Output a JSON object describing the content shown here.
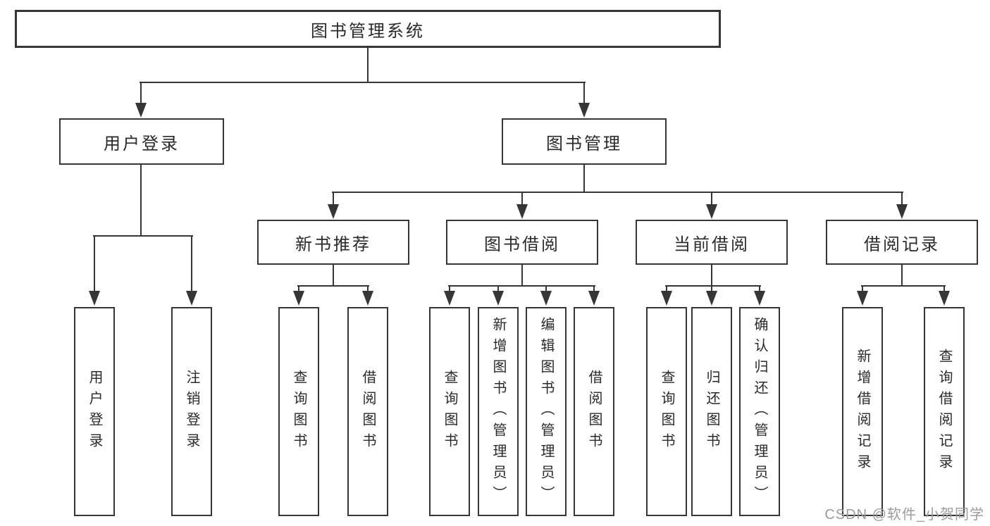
{
  "colors": {
    "line": "#363636",
    "box_border": "#363636",
    "text": "#2a2a2a",
    "watermark": "#9c9c9c",
    "background": "#ffffff"
  },
  "diagram": {
    "root": {
      "label": "图书管理系统"
    },
    "level2": [
      {
        "label": "用户登录"
      },
      {
        "label": "图书管理"
      }
    ],
    "level3": [
      {
        "label": "新书推荐"
      },
      {
        "label": "图书借阅"
      },
      {
        "label": "当前借阅"
      },
      {
        "label": "借阅记录"
      }
    ],
    "leaves": [
      {
        "label": "用户登录"
      },
      {
        "label": "注销登录"
      },
      {
        "label": "查询图书"
      },
      {
        "label": "借阅图书"
      },
      {
        "label": "查询图书"
      },
      {
        "label": "新增图书（管理员）"
      },
      {
        "label": "编辑图书（管理员）"
      },
      {
        "label": "借阅图书"
      },
      {
        "label": "查询图书"
      },
      {
        "label": "归还图书"
      },
      {
        "label": "确认归还（管理员）"
      },
      {
        "label": "新增借阅记录"
      },
      {
        "label": "查询借阅记录"
      }
    ]
  },
  "watermark": {
    "text": "CSDN @软件_小贺同学"
  }
}
